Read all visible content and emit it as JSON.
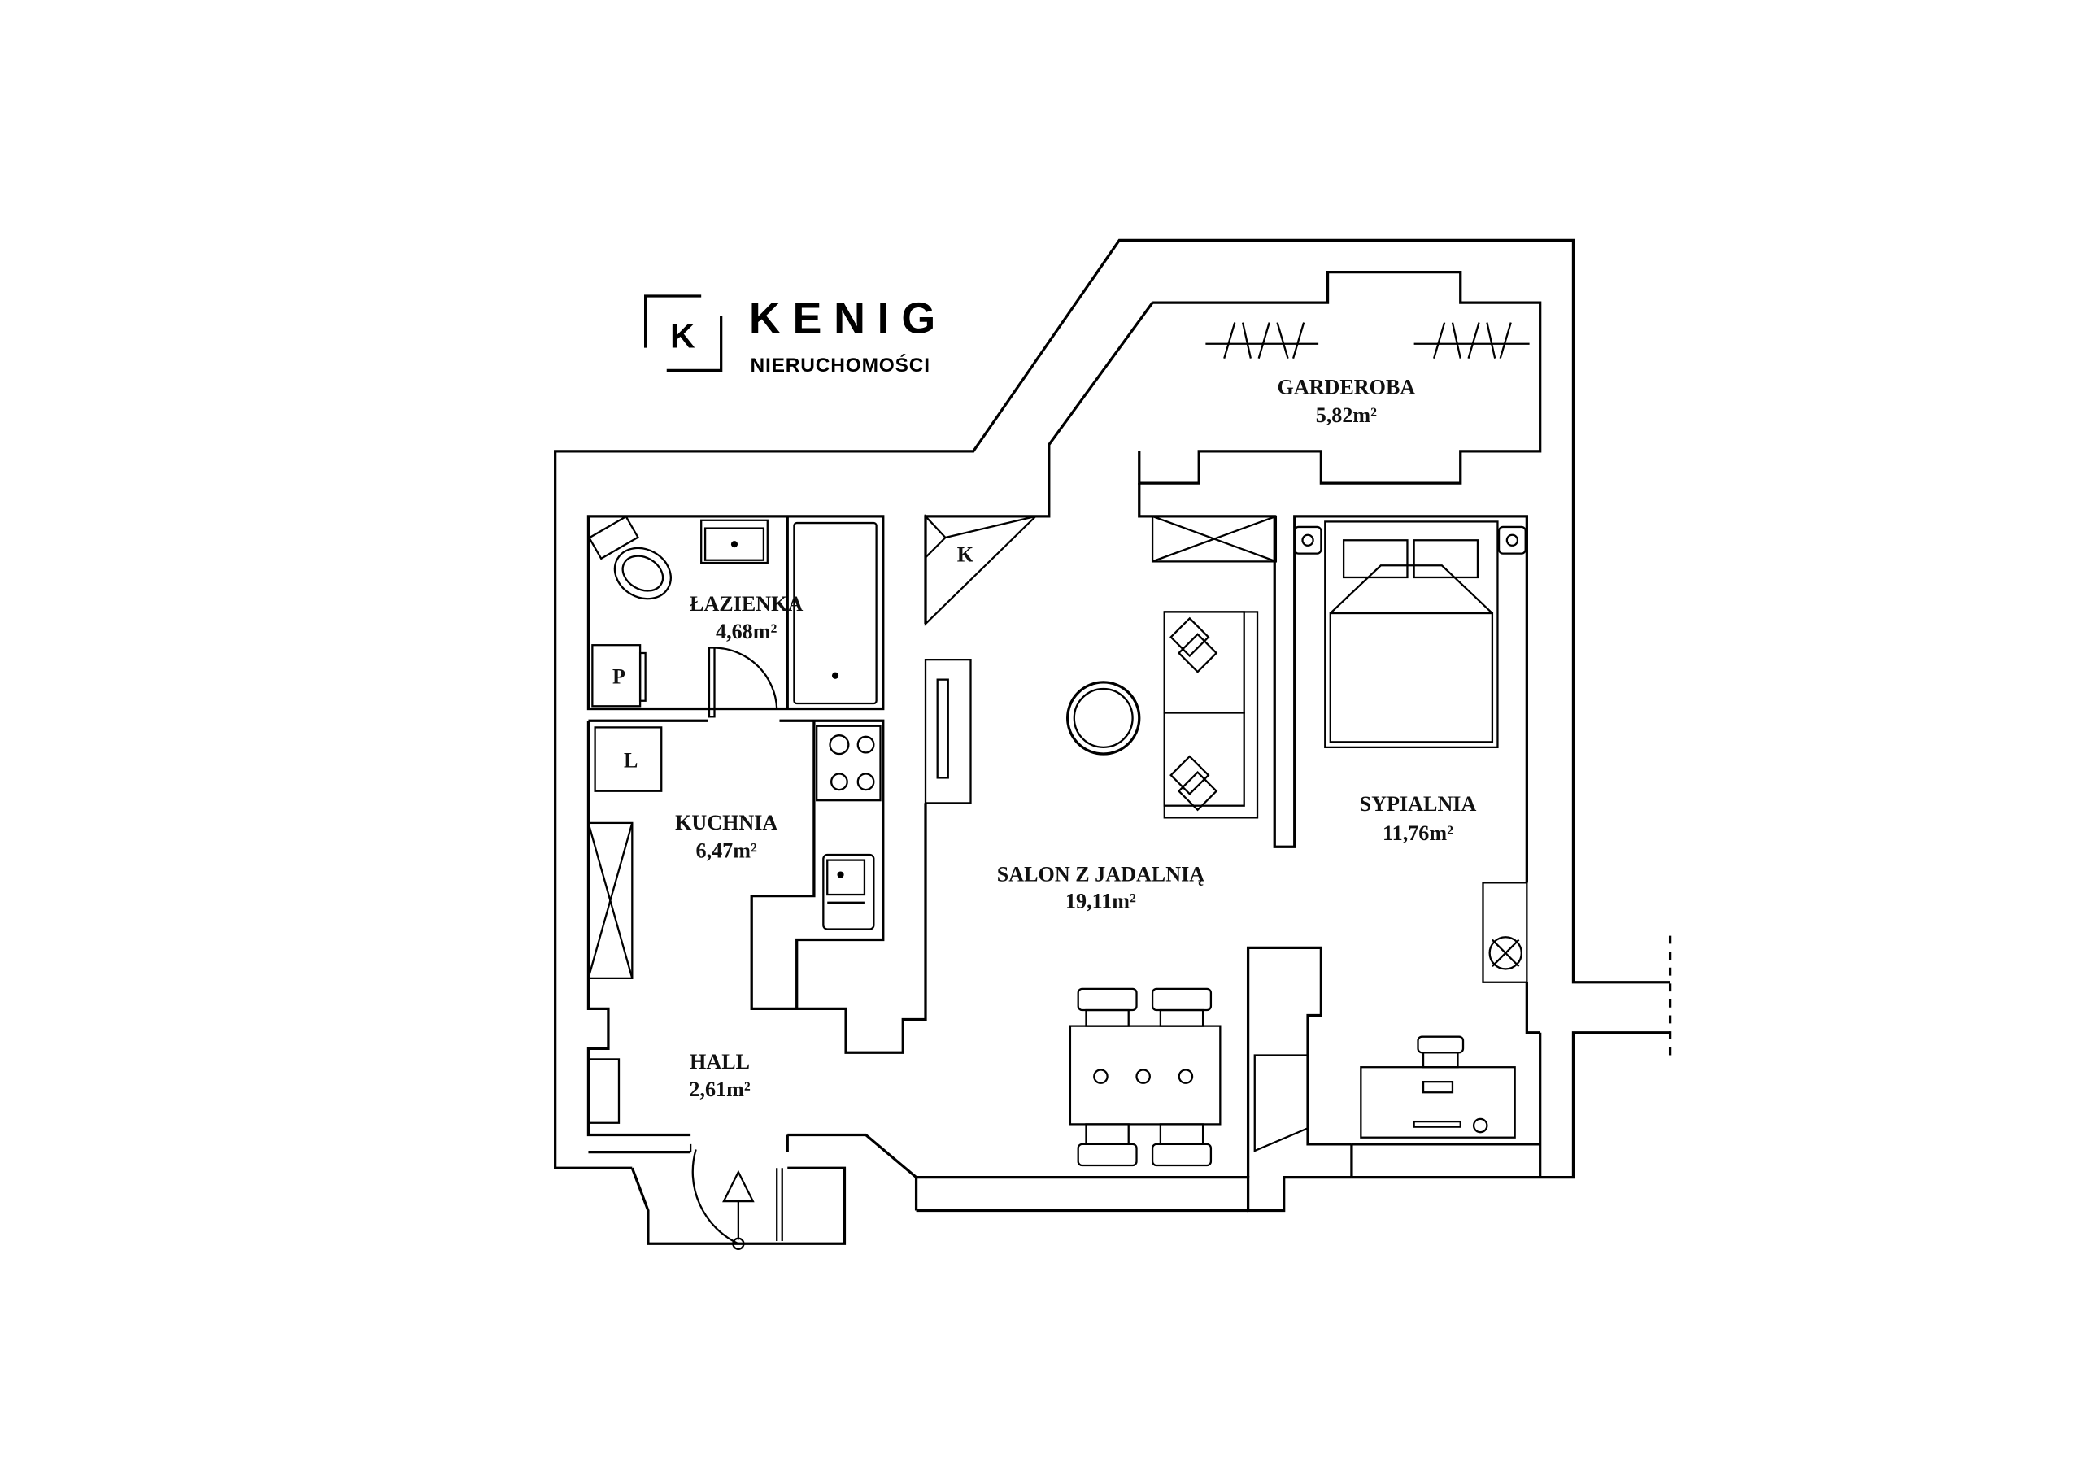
{
  "logo": {
    "brand": "KENIG",
    "subtitle": "NIERUCHOMOŚCI",
    "monogram": "K"
  },
  "rooms": [
    {
      "name": "ŁAZIENKA",
      "area": "4,68m²"
    },
    {
      "name": "KUCHNIA",
      "area": "6,47m²"
    },
    {
      "name": "HALL",
      "area": "2,61m²"
    },
    {
      "name": "SALON Z JADALNIĄ",
      "area": "19,11m²"
    },
    {
      "name": "SYPIALNIA",
      "area": "11,76m²"
    },
    {
      "name": "GARDEROBA",
      "area": "5,82m²"
    }
  ],
  "fixtures": {
    "washer": "P",
    "fridge": "L",
    "stove": "K"
  }
}
